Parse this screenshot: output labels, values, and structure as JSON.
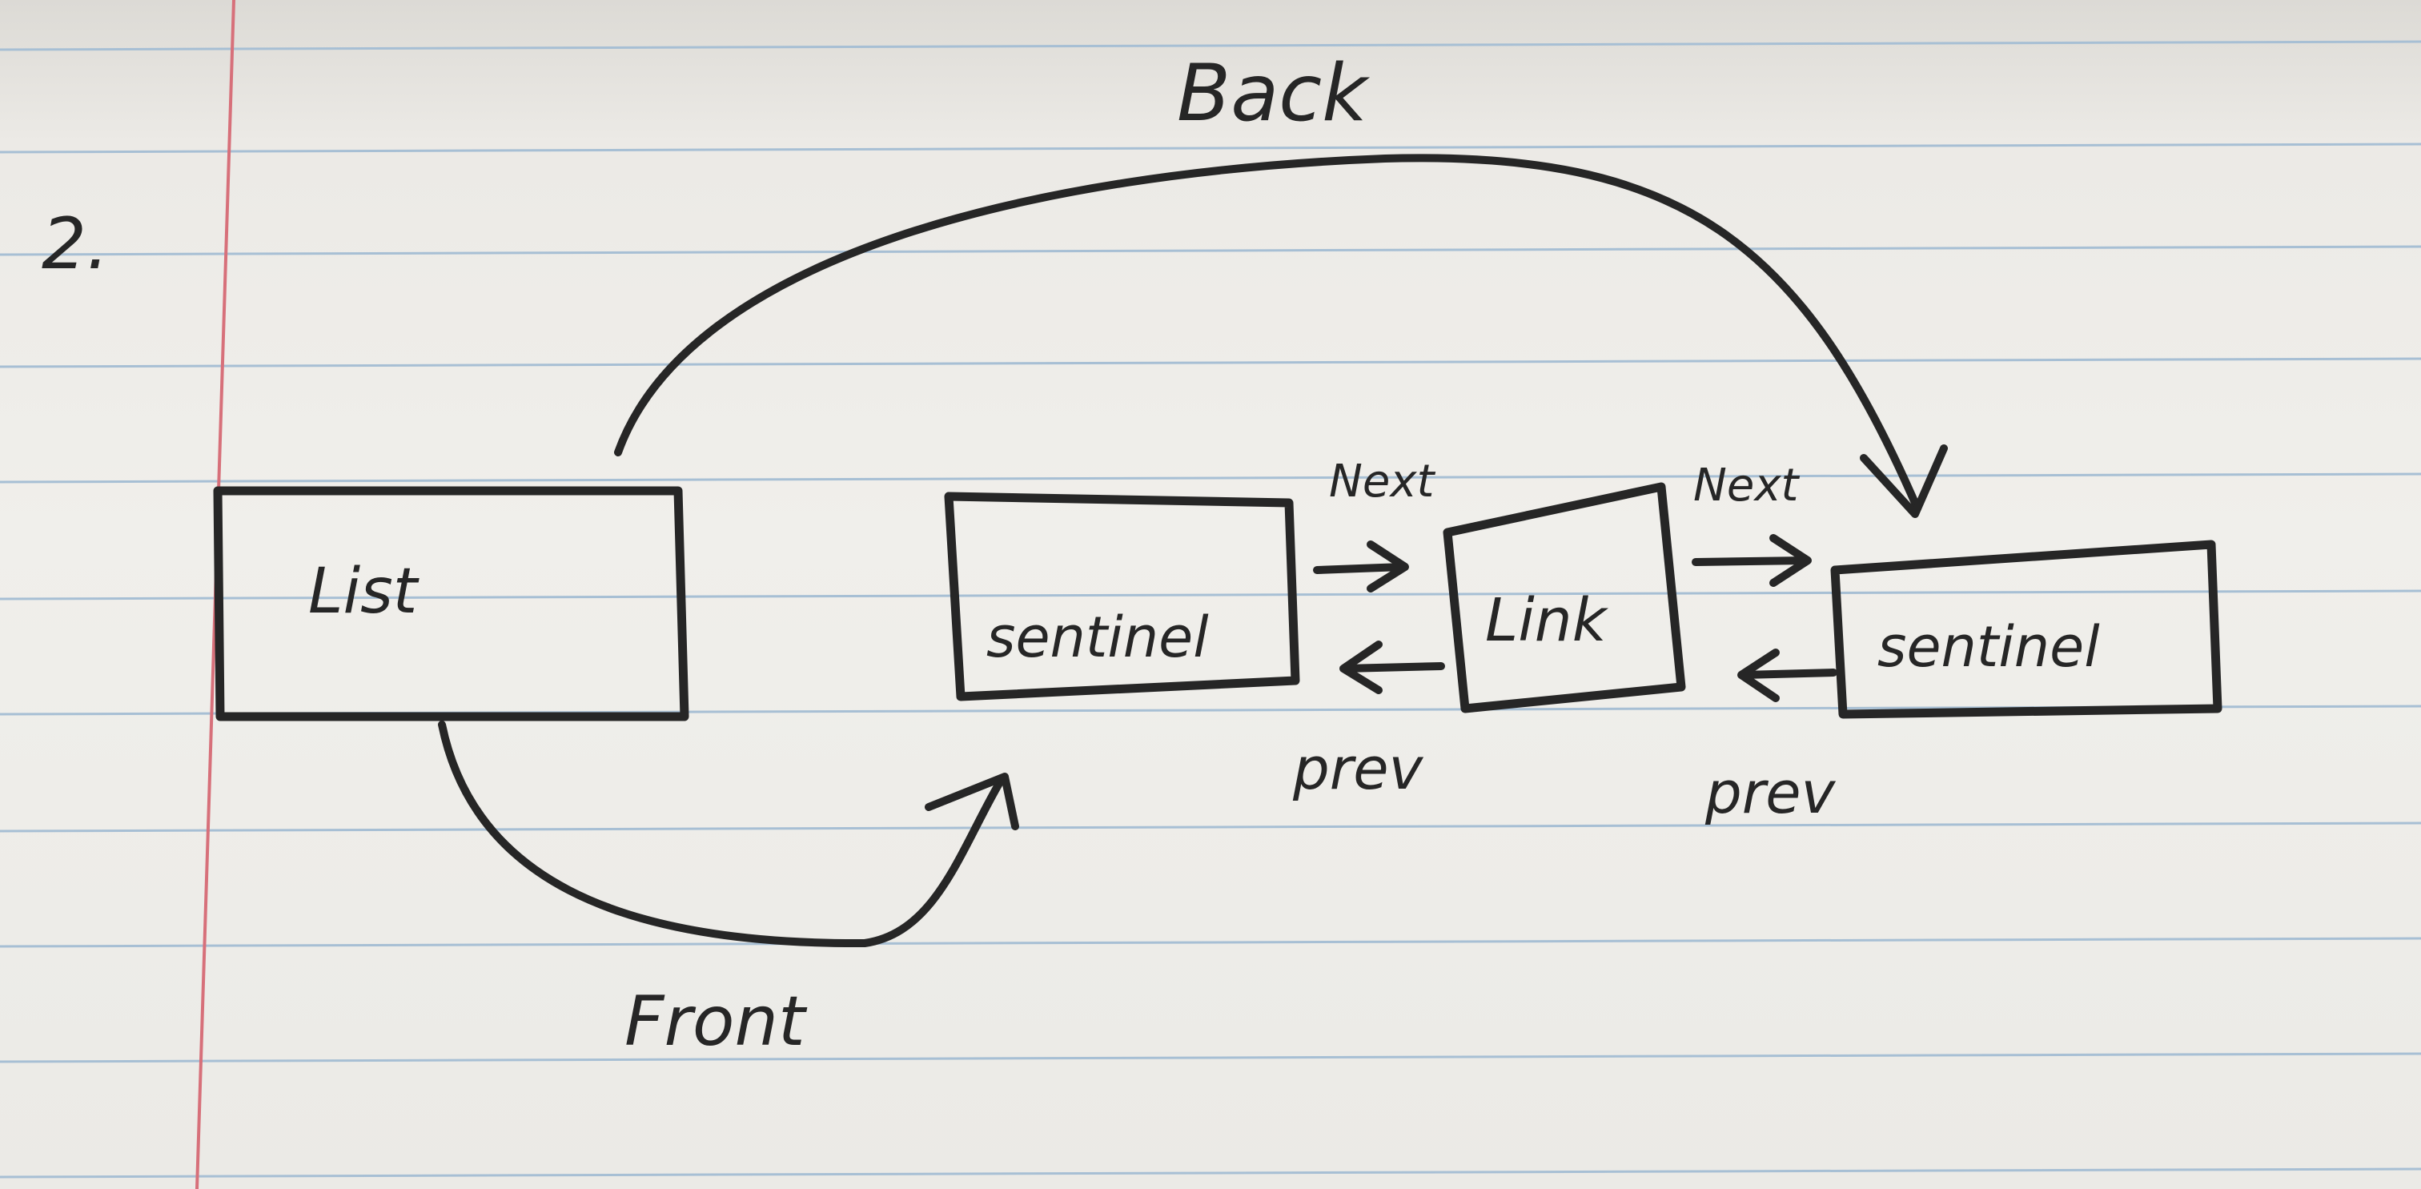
{
  "page": {
    "number": "2."
  },
  "nodes": {
    "list": "List",
    "sentinel_front": "sentinel",
    "link": "Link",
    "sentinel_back": "sentinel"
  },
  "edges": {
    "back": "Back",
    "front": "Front",
    "next_1": "Next",
    "next_2": "Next",
    "prev_1": "prev",
    "prev_2": "prev"
  },
  "colors": {
    "ink": "#262626",
    "ruled_line": "#a7bfd4",
    "margin_line": "#d7707a",
    "paper": "#eceae6"
  }
}
